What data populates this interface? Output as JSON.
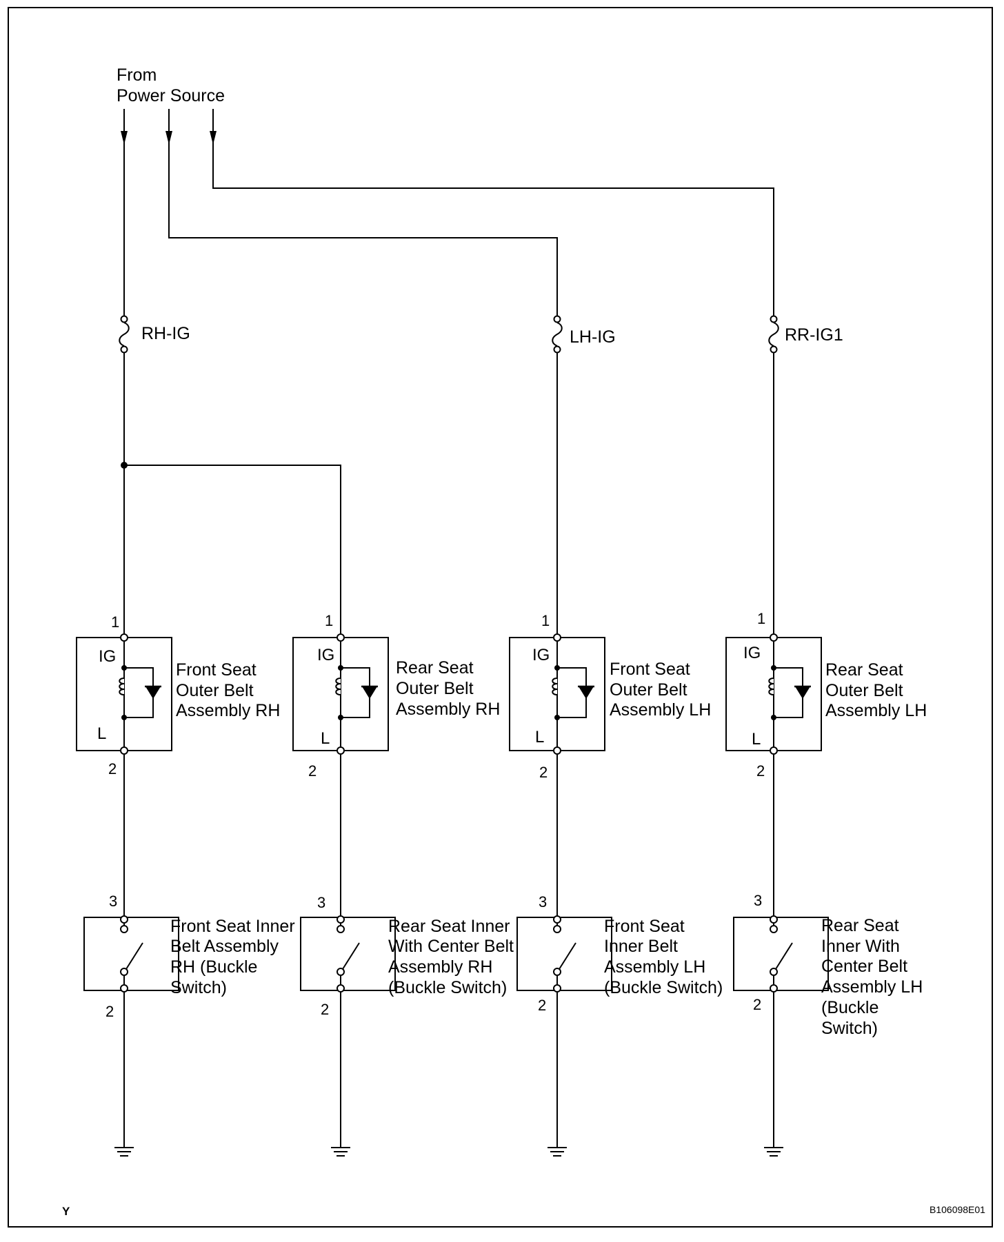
{
  "source_label": [
    "From",
    "Power Source"
  ],
  "fuses": [
    {
      "id": "rh",
      "label": "RH-IG"
    },
    {
      "id": "lh",
      "label": "LH-IG"
    },
    {
      "id": "rr",
      "label": "RR-IG1"
    }
  ],
  "sensors": [
    {
      "id": "front-rh",
      "pin_top": "1",
      "pin_bottom": "2",
      "term_top": "IG",
      "term_bottom": "L",
      "lines": [
        "Front Seat",
        "Outer Belt",
        "Assembly RH"
      ]
    },
    {
      "id": "rear-rh",
      "pin_top": "1",
      "pin_bottom": "2",
      "term_top": "IG",
      "term_bottom": "L",
      "lines": [
        "Rear Seat",
        "Outer Belt",
        "Assembly RH"
      ]
    },
    {
      "id": "front-lh",
      "pin_top": "1",
      "pin_bottom": "2",
      "term_top": "IG",
      "term_bottom": "L",
      "lines": [
        "Front Seat",
        "Outer Belt",
        "Assembly LH"
      ]
    },
    {
      "id": "rear-lh",
      "pin_top": "1",
      "pin_bottom": "2",
      "term_top": "IG",
      "term_bottom": "L",
      "lines": [
        "Rear Seat",
        "Outer Belt",
        "Assembly LH"
      ]
    }
  ],
  "switches": [
    {
      "id": "front-rh",
      "pin_top": "3",
      "pin_bottom": "2",
      "lines": [
        "Front Seat Inner",
        "Belt Assembly",
        "RH (Buckle",
        "Switch)"
      ]
    },
    {
      "id": "rear-rh",
      "pin_top": "3",
      "pin_bottom": "2",
      "lines": [
        "Rear Seat Inner",
        "With Center Belt",
        "Assembly RH",
        "(Buckle Switch)"
      ]
    },
    {
      "id": "front-lh",
      "pin_top": "3",
      "pin_bottom": "2",
      "lines": [
        "Front Seat",
        "Inner Belt",
        "Assembly LH",
        "(Buckle Switch)"
      ]
    },
    {
      "id": "rear-lh",
      "pin_top": "3",
      "pin_bottom": "2",
      "lines": [
        "Rear Seat",
        "Inner With",
        "Center Belt",
        "Assembly LH",
        "(Buckle",
        "Switch)"
      ]
    }
  ],
  "corner_left": "Y",
  "corner_right": "B106098E01"
}
